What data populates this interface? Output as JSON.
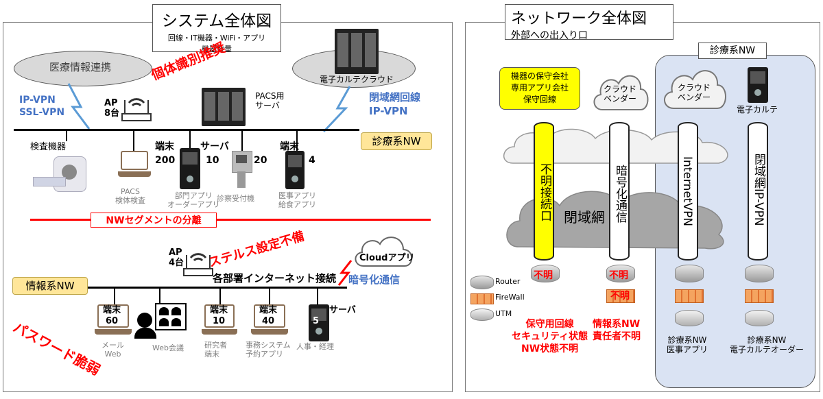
{
  "colors": {
    "red": "#ff0000",
    "blue": "#4472c4",
    "yellow": "#ffff00",
    "beige": "#ffe699",
    "medical_bg": "#dae3f3"
  },
  "left": {
    "title": "システム全体図",
    "subtitle1": "回線・IT機器・WiFi・アプリ",
    "subtitle2": "機器数量",
    "cloud_medical_link": "医療情報連携",
    "cloud_ekarte": "電子カルテクラウド",
    "ipvpn_left": "IP-VPN",
    "sslvpn_left": "SSL-VPN",
    "ap1_line1": "AP",
    "ap1_line2": "8台",
    "warn_individual": "個体識別推奨",
    "pacs_line1": "PACS用",
    "pacs_line2": "サーバ",
    "closed_line": "閉域網回線",
    "ipvpn_right": "IP-VPN",
    "medical_nw": "診療系NW",
    "exam_device": "検査機器",
    "label_terminal1": "端末",
    "count_terminal1": "200",
    "label_server": "サーバ",
    "count_server": "10",
    "count_kiosk": "20",
    "label_terminal2": "端末",
    "count_terminal2": "4",
    "pacs_exam_line1": "PACS",
    "pacs_exam_line2": "検体検査",
    "dept_app_line1": "部門アプリ",
    "dept_app_line2": "オーダーアプリ",
    "reception": "診察受付機",
    "medical_app_line1": "医事アプリ",
    "medical_app_line2": "給食アプリ",
    "segment": "NWセグメントの分離",
    "ap2_line1": "AP",
    "ap2_line2": "4台",
    "warn_stealth": "ステルス設定不備",
    "cloud_app": "Cloudアプリ",
    "internet_conn": "各部署インターネット接続",
    "encrypted": "暗号化通信",
    "info_nw": "情報系NW",
    "t1_label": "端末",
    "t1_count": "60",
    "t3_label": "端末",
    "t3_count": "10",
    "t4_label": "端末",
    "t4_count": "40",
    "server_label": "サーバ",
    "server_count": "5",
    "mail_line1": "メール",
    "mail_line2": "Web",
    "web_meeting": "Web会議",
    "researcher_line1": "研究者",
    "researcher_line2": "端末",
    "office_line1": "事務システム",
    "office_line2": "予約アプリ",
    "hr": "人事・経理",
    "warn_password": "パスワード脆弱"
  },
  "right": {
    "title": "ネットワーク全体図",
    "subtitle": "外部への出入り口",
    "medical_nw": "診療系NW",
    "maint_line1": "機器の保守会社",
    "maint_line2": "専用アプリ会社",
    "maint_line3": "保守回線",
    "cloud_vendor1_line1": "クラウド",
    "cloud_vendor1_line2": "ベンダー",
    "cloud_vendor2_line1": "クラウド",
    "cloud_vendor2_line2": "ベンダー",
    "ekarte": "電子カルテ",
    "closed_network": "閉域網",
    "pipe1": "不明接続口",
    "pipe2": "暗号化通信",
    "pipe3": "InternetVPN",
    "pipe4": "閉域網IP-VPN",
    "unknown1": "不明",
    "unknown2": "不明",
    "unknown3": "不明",
    "legend_router": "Router",
    "legend_firewall": "FireWall",
    "legend_utm": "UTM",
    "note1_line1": "保守用回線",
    "note1_line2": "セキュリティ状態",
    "note1_line3": "NW状態不明",
    "note2_line1": "情報系NW",
    "note2_line2": "責任者不明",
    "bottom3_line1": "診療系NW",
    "bottom3_line2": "医事アプリ",
    "bottom4_line1": "診療系NW",
    "bottom4_line2": "電子カルテオーダー"
  }
}
